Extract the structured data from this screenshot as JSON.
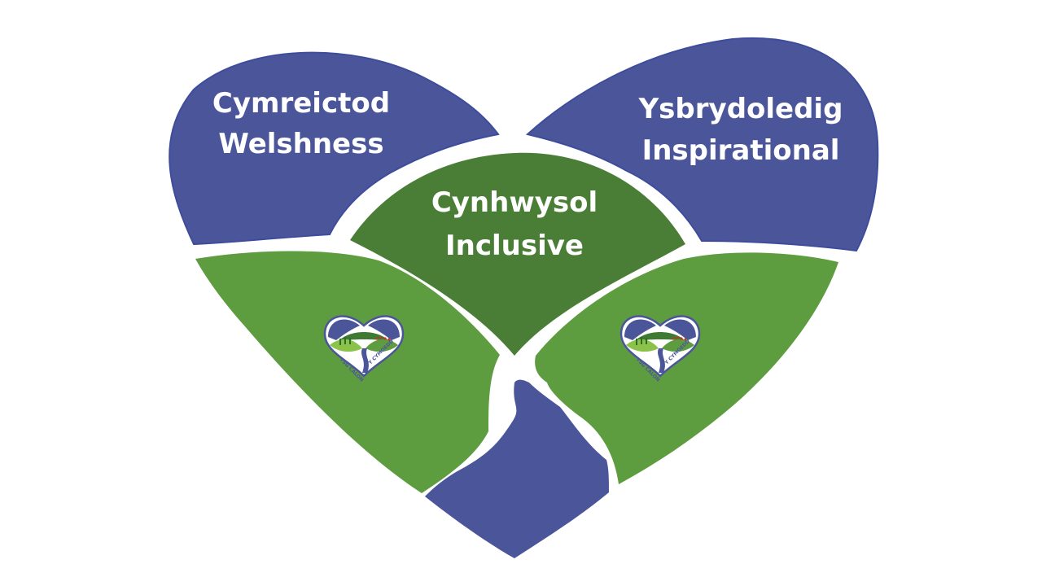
{
  "diagram": {
    "segments": {
      "top_left": {
        "label_cy": "Cymreictod",
        "label_en": "Welshness",
        "color": "#4b569a"
      },
      "top_right": {
        "label_cy": "Ysbrydoledig",
        "label_en": "Inspirational",
        "color": "#4b569a"
      },
      "center": {
        "label_cy": "Cynhwysol",
        "label_en": "Inclusive",
        "color": "#4a7e36"
      },
      "bottom_left": {
        "color": "#5e9c40"
      },
      "bottom_right": {
        "color": "#5e9c40"
      },
      "river": {
        "color": "#4b569a"
      }
    },
    "emblem": {
      "text_left": "YSG CALON",
      "text_right": "Y CYMOEDD",
      "colors": {
        "blue": "#4b569a",
        "green_dark": "#3f7a33",
        "green_light": "#8bc34a",
        "river": "#4b569a",
        "trees": "#2f6b2a",
        "flowers": "#c0392b"
      }
    }
  }
}
